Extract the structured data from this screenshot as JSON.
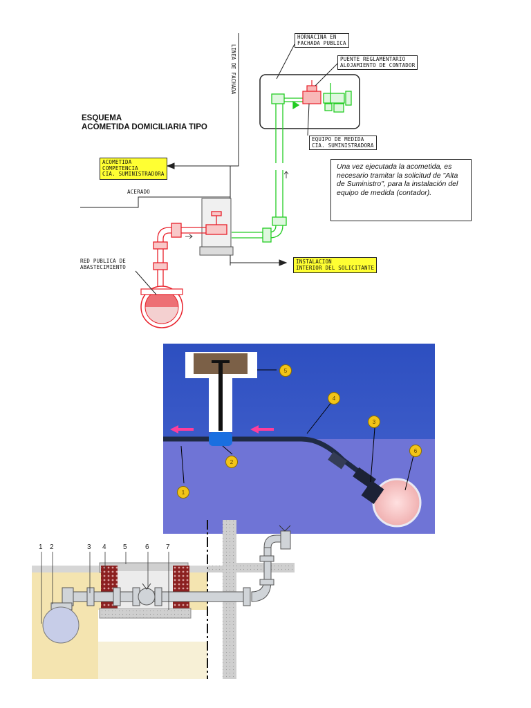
{
  "top_diagram": {
    "title": "ESQUEMA\nACOMETIDA DOMICILIARIA TIPO",
    "labels": {
      "hornacina": "HORNACINA EN\nFACHADA PUBLICA",
      "puente": "PUENTE REGLAMENTARIO\nALOJAMIENTO DE CONTADOR",
      "linea_fachada": "LINEA DE FACHADA",
      "equipo": "EQUIPO DE MEDIDA\nCIA. SUMINISTRADORA",
      "acometida": "ACOMETIDA\nCOMPETENCIA\nCIA. SUMINISTRADORA",
      "acerado": "ACERADO",
      "red_publica": "RED PUBLICA DE\nABASTECIMIENTO",
      "instalacion": "INSTALACION\nINTERIOR DEL SOLICITANTE"
    },
    "note": "Una vez ejecutada la acometida, es necesario tramitar la solicitud de \"Alta de Suministro\", para la instalación del equipo de medida (contador).",
    "colors": {
      "public_pipe": "#e8202a",
      "private_pipe": "#22cc22",
      "highlight": "#ffff33"
    }
  },
  "middle_diagram": {
    "badges": [
      "1",
      "2",
      "3",
      "4",
      "5",
      "6"
    ],
    "colors": {
      "sky": "#3d5cc8",
      "ground": "#6f74d6",
      "badge": "#f2c418",
      "arrow": "#ff3d9a"
    }
  },
  "bottom_diagram": {
    "numbers": [
      "1",
      "2",
      "3",
      "4",
      "5",
      "6",
      "7"
    ],
    "colors": {
      "soil": "#f4e4b0",
      "brick": "#8b2020",
      "pipe": "#d0d4d8",
      "concrete": "#c8c8c8"
    }
  }
}
